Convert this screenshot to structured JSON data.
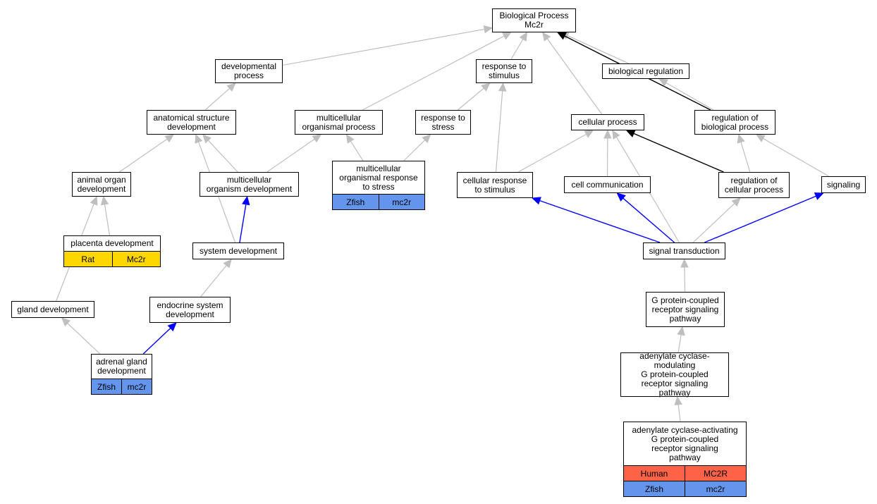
{
  "colors": {
    "edge_gray": "#bfbfbf",
    "edge_blue": "#0000ff",
    "edge_black": "#000000",
    "rat": "#ffd700",
    "zfish": "#6495ed",
    "human": "#ff6347"
  },
  "nodes": {
    "bp": {
      "label": "Biological Process\nMc2r"
    },
    "dev_process": {
      "label": "developmental\nprocess"
    },
    "resp_stim": {
      "label": "response to\nstimulus"
    },
    "bio_reg": {
      "label": "biological regulation"
    },
    "anat_dev": {
      "label": "anatomical structure\ndevelopment"
    },
    "multi_proc": {
      "label": "multicellular\norganismal process"
    },
    "resp_stress": {
      "label": "response to\nstress"
    },
    "cell_proc": {
      "label": "cellular process"
    },
    "reg_bio": {
      "label": "regulation of\nbiological process"
    },
    "animal_organ": {
      "label": "animal organ\ndevelopment"
    },
    "multi_org_dev": {
      "label": "multicellular\norganism development"
    },
    "multi_resp_stress": {
      "label": "multicellular\norganismal response\nto stress",
      "annotations": [
        [
          "Zfish",
          "mc2r"
        ]
      ]
    },
    "cell_resp": {
      "label": "cellular response\nto stimulus"
    },
    "cell_comm": {
      "label": "cell communication"
    },
    "reg_cell": {
      "label": "regulation of\ncellular process"
    },
    "signaling": {
      "label": "signaling"
    },
    "placenta": {
      "label": "placenta development",
      "annotations": [
        [
          "Rat",
          "Mc2r"
        ]
      ]
    },
    "sys_dev": {
      "label": "system development"
    },
    "sig_trans": {
      "label": "signal transduction"
    },
    "gland_dev": {
      "label": "gland development"
    },
    "endo_dev": {
      "label": "endocrine system\ndevelopment"
    },
    "gpcr": {
      "label": "G protein-coupled\nreceptor signaling\npathway"
    },
    "adrenal": {
      "label": "adrenal gland\ndevelopment",
      "annotations": [
        [
          "Zfish",
          "mc2r"
        ]
      ]
    },
    "ac_mod": {
      "label": "adenylate cyclase-modulating\nG protein-coupled\nreceptor signaling\npathway"
    },
    "ac_act": {
      "label": "adenylate cyclase-activating\nG protein-coupled\nreceptor signaling\npathway",
      "annotations": [
        [
          "Human",
          "MC2R"
        ],
        [
          "Zfish",
          "mc2r"
        ]
      ]
    }
  },
  "edges": [
    {
      "from": "dev_process",
      "to": "bp",
      "color": "gray"
    },
    {
      "from": "multi_proc",
      "to": "bp",
      "color": "gray"
    },
    {
      "from": "resp_stim",
      "to": "bp",
      "color": "gray"
    },
    {
      "from": "cell_proc",
      "to": "bp",
      "color": "gray"
    },
    {
      "from": "bio_reg",
      "to": "bp",
      "color": "gray"
    },
    {
      "from": "reg_bio",
      "to": "bp",
      "color": "black"
    },
    {
      "from": "anat_dev",
      "to": "dev_process",
      "color": "gray"
    },
    {
      "from": "resp_stress",
      "to": "resp_stim",
      "color": "gray"
    },
    {
      "from": "cell_resp",
      "to": "resp_stim",
      "color": "gray"
    },
    {
      "from": "reg_bio",
      "to": "bio_reg",
      "color": "gray"
    },
    {
      "from": "animal_organ",
      "to": "anat_dev",
      "color": "gray"
    },
    {
      "from": "multi_org_dev",
      "to": "anat_dev",
      "color": "gray"
    },
    {
      "from": "sys_dev",
      "to": "anat_dev",
      "color": "gray"
    },
    {
      "from": "multi_org_dev",
      "to": "multi_proc",
      "color": "gray"
    },
    {
      "from": "multi_resp_stress",
      "to": "multi_proc",
      "color": "gray"
    },
    {
      "from": "multi_resp_stress",
      "to": "resp_stress",
      "color": "gray"
    },
    {
      "from": "cell_resp",
      "to": "cell_proc",
      "color": "gray"
    },
    {
      "from": "cell_comm",
      "to": "cell_proc",
      "color": "gray"
    },
    {
      "from": "reg_cell",
      "to": "cell_proc",
      "color": "black"
    },
    {
      "from": "sig_trans",
      "to": "cell_proc",
      "color": "gray"
    },
    {
      "from": "reg_cell",
      "to": "reg_bio",
      "color": "gray"
    },
    {
      "from": "signaling",
      "to": "reg_bio",
      "color": "gray"
    },
    {
      "from": "placenta",
      "to": "animal_organ",
      "color": "gray"
    },
    {
      "from": "gland_dev",
      "to": "animal_organ",
      "color": "gray"
    },
    {
      "from": "sys_dev",
      "to": "multi_org_dev",
      "color": "blue"
    },
    {
      "from": "endo_dev",
      "to": "sys_dev",
      "color": "gray"
    },
    {
      "from": "sig_trans",
      "to": "cell_resp",
      "color": "blue"
    },
    {
      "from": "sig_trans",
      "to": "cell_comm",
      "color": "blue"
    },
    {
      "from": "sig_trans",
      "to": "reg_cell",
      "color": "gray"
    },
    {
      "from": "sig_trans",
      "to": "signaling",
      "color": "blue"
    },
    {
      "from": "adrenal",
      "to": "gland_dev",
      "color": "gray"
    },
    {
      "from": "adrenal",
      "to": "endo_dev",
      "color": "blue"
    },
    {
      "from": "gpcr",
      "to": "sig_trans",
      "color": "gray"
    },
    {
      "from": "ac_mod",
      "to": "gpcr",
      "color": "gray"
    },
    {
      "from": "ac_act",
      "to": "ac_mod",
      "color": "gray"
    }
  ]
}
